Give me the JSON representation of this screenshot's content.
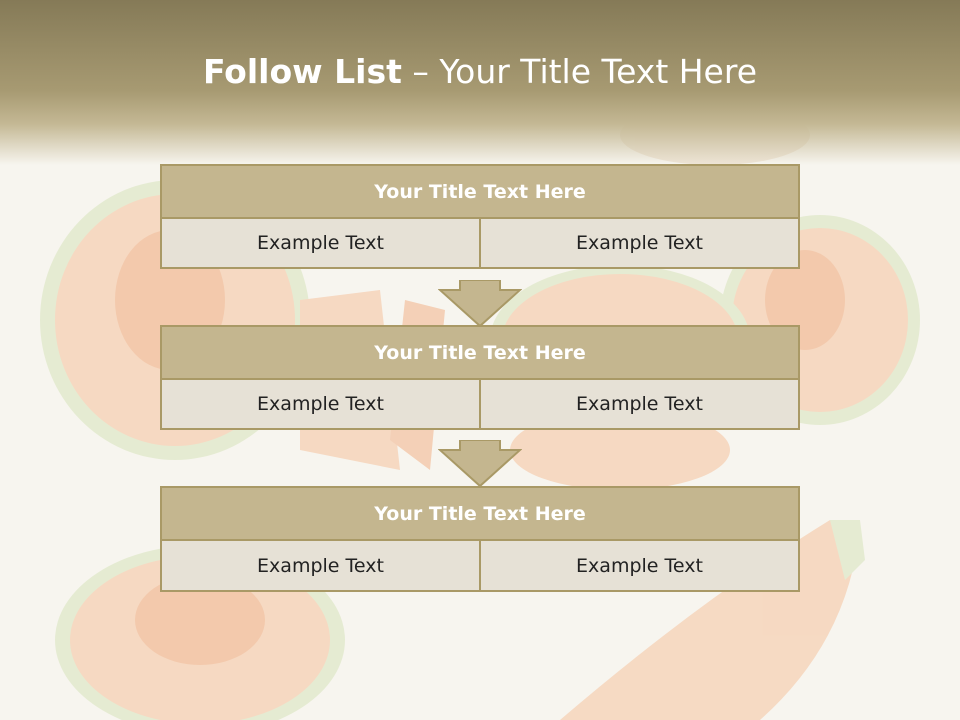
{
  "slide": {
    "title_bold": "Follow List",
    "title_rest": "– Your Title Text Here"
  },
  "blocks": [
    {
      "title": "Your Title Text Here",
      "left": "Example Text",
      "right": "Example Text"
    },
    {
      "title": "Your Title Text Here",
      "left": "Example Text",
      "right": "Example Text"
    },
    {
      "title": "Your Title Text Here",
      "left": "Example Text",
      "right": "Example Text"
    }
  ],
  "colors": {
    "accent": "#c4b68f",
    "border": "#a99966",
    "cell": "#e6e1d6",
    "melon": "#f4b48a",
    "rind": "#c9d9a6"
  }
}
